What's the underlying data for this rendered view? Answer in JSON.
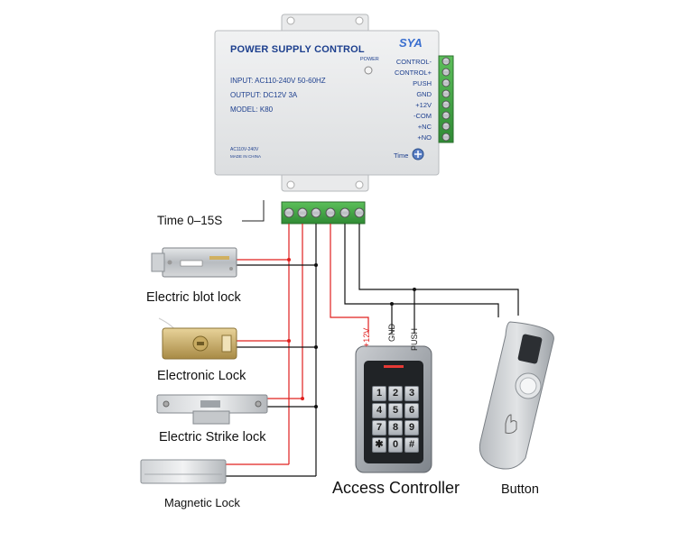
{
  "psu": {
    "title": "POWER SUPPLY CONTROL",
    "brand": "SYA",
    "power_label": "POWER",
    "input": "INPUT: AC110-240V 50-60HZ",
    "output": "OUTPUT: DC12V  3A",
    "model": "MODEL: K80",
    "ac_small": "AC110V-240V",
    "made_in": "MADE IN CHINA",
    "time_label": "Time",
    "terminals": [
      "CONTROL-",
      "CONTROL+",
      "PUSH",
      "GND",
      "+12V",
      "-COM",
      "+NC",
      "+NO"
    ]
  },
  "time_caption": "Time  0–15S",
  "wires": {
    "plus12v": "+12V",
    "gnd": "GND",
    "push": "PUSH"
  },
  "keypad": {
    "keys": [
      "1",
      "2",
      "3",
      "4",
      "5",
      "6",
      "7",
      "8",
      "9",
      "✱",
      "0",
      "#"
    ]
  },
  "labels": {
    "bolt": "Electric blot lock",
    "electronic": "Electronic Lock",
    "strike": "Electric Strike lock",
    "magnetic": "Magnetic Lock",
    "access": "Access Controller",
    "button": "Button"
  },
  "colors": {
    "red_wire": "#e0201f",
    "black_wire": "#111111",
    "terminal_green": "#4caf50",
    "psu_text": "#1d3f8e"
  }
}
